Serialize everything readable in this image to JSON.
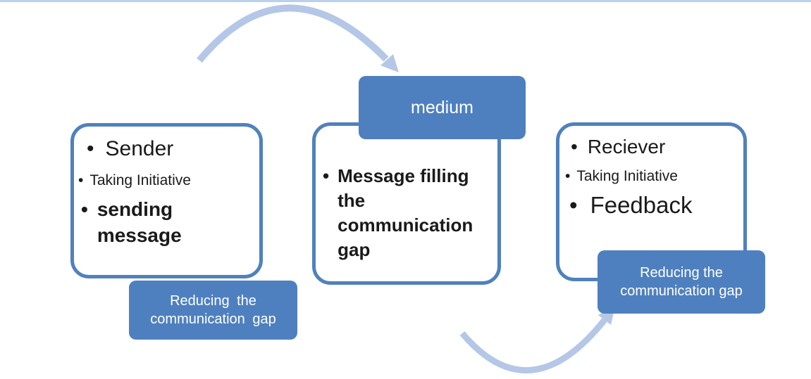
{
  "diagram": {
    "type": "communication-cycle",
    "boxes": {
      "sender": {
        "bullets": [
          {
            "label": "Sender"
          },
          {
            "label": "Taking Initiative"
          },
          {
            "label": "sending message"
          }
        ]
      },
      "medium": {
        "label": "medium"
      },
      "message": {
        "bullets": [
          {
            "label": "Message filling the communication gap"
          }
        ]
      },
      "receiver": {
        "bullets": [
          {
            "label": "Reciever"
          },
          {
            "label": "Taking Initiative"
          },
          {
            "label": "Feedback"
          }
        ]
      }
    },
    "tags": {
      "sender": {
        "text": "Reducing the\ncommunication gap"
      },
      "receiver": {
        "text": "Reducing the\ncommunication gap"
      }
    },
    "icons": {
      "bullet": "•"
    },
    "colors": {
      "accent_blue_fill": "#4e80bf",
      "box_border_blue": "#4f81bd",
      "arrow_light_blue": "#b4c7e7",
      "top_line_blue": "#b9d1ea",
      "text_dark": "#1a1a1a",
      "text_on_blue": "#ffffff"
    }
  }
}
